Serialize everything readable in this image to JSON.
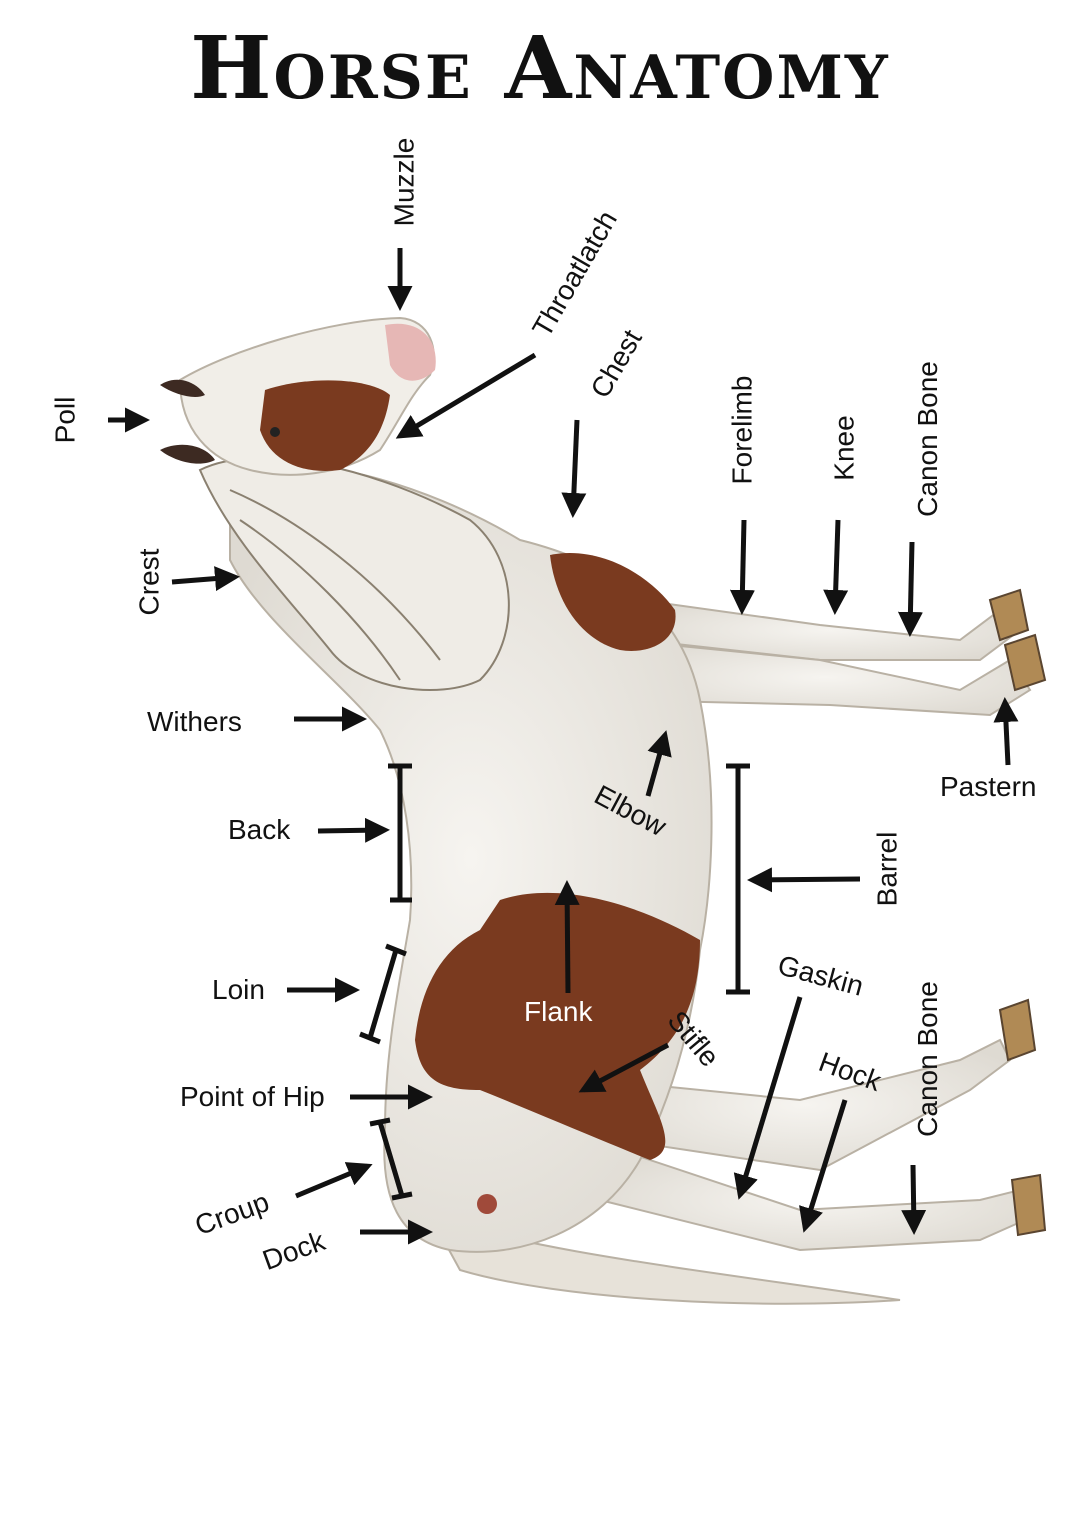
{
  "title": "Horse Anatomy",
  "colors": {
    "brown": "#7a3a1f",
    "body": "#eeebe5",
    "hoof": "#b08a55",
    "ink": "#111111"
  },
  "labels": {
    "muzzle": "Muzzle",
    "throatlatch": "Throatlatch",
    "chest": "Chest",
    "forelimb": "Forelimb",
    "knee": "Knee",
    "canon_bone_front": "Canon Bone",
    "poll": "Poll",
    "crest": "Crest",
    "withers": "Withers",
    "pastern": "Pastern",
    "back": "Back",
    "elbow": "Elbow",
    "barrel": "Barrel",
    "loin": "Loin",
    "flank": "Flank",
    "gaskin": "Gaskin",
    "stifle": "Stifle",
    "hock": "Hock",
    "canon_bone_rear": "Canon Bone",
    "point_of_hip": "Point of Hip",
    "croup": "Croup",
    "dock": "Dock"
  }
}
